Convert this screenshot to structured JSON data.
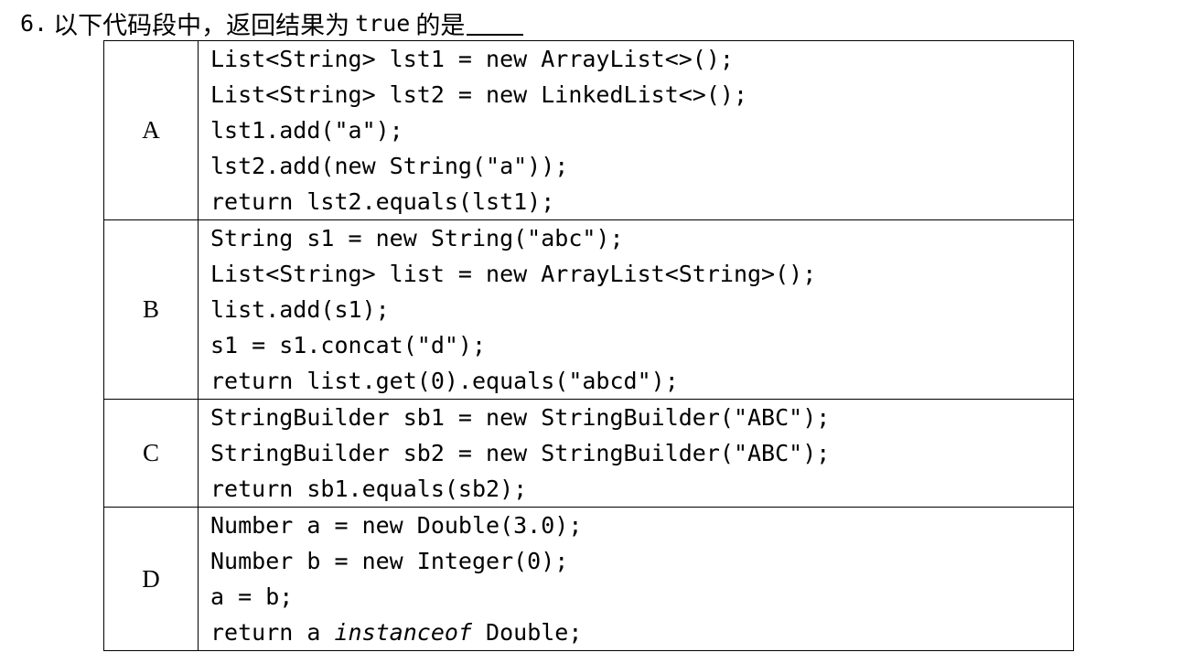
{
  "question": {
    "number": "6.",
    "text_before": "以下代码段中，返回结果为",
    "keyword": "true",
    "text_after": "的是"
  },
  "options": [
    {
      "letter": "A",
      "lines": [
        "List<String> lst1 = new ArrayList<>();",
        "List<String> lst2 = new LinkedList<>();",
        "lst1.add(\"a\");",
        "lst2.add(new String(\"a\"));",
        "return lst2.equals(lst1);"
      ]
    },
    {
      "letter": "B",
      "lines": [
        "String s1 = new String(\"abc\");",
        "List<String> list = new ArrayList<String>();",
        "list.add(s1);",
        "s1 = s1.concat(\"d\");",
        "return list.get(0).equals(\"abcd\");"
      ]
    },
    {
      "letter": "C",
      "lines": [
        "StringBuilder sb1 = new StringBuilder(\"ABC\");",
        "StringBuilder sb2 = new StringBuilder(\"ABC\");",
        "return sb1.equals(sb2);"
      ]
    },
    {
      "letter": "D",
      "lines": [
        "Number a = new Double(3.0);",
        "Number b = new Integer(0);",
        "a = b;"
      ],
      "last_line": {
        "prefix": "return a ",
        "keyword": "instanceof",
        "suffix": " Double;"
      }
    }
  ]
}
